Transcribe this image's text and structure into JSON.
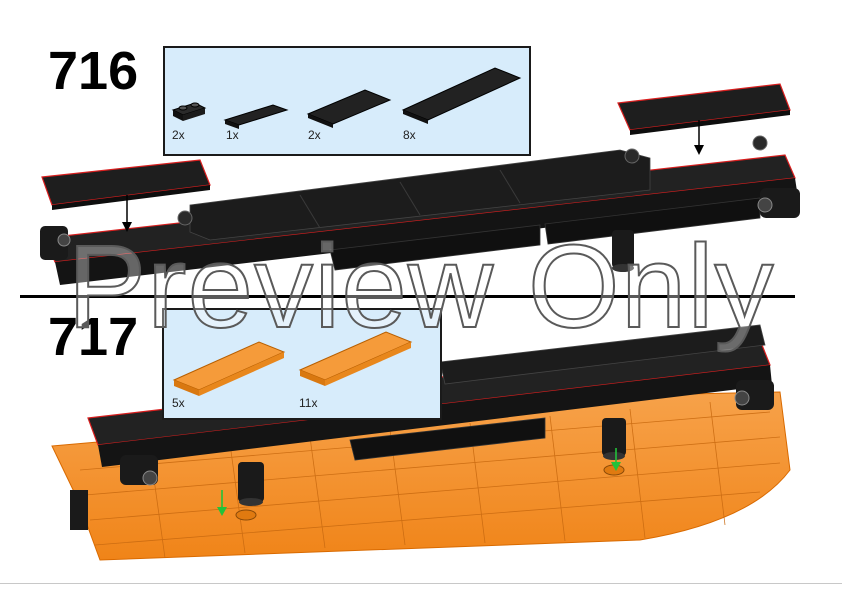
{
  "steps": [
    {
      "number": "716",
      "parts": [
        {
          "qty": "2x",
          "color": "#1b1b1b",
          "icon": "plate-1x2-with-studs-icon"
        },
        {
          "qty": "1x",
          "color": "#1b1b1b",
          "icon": "tile-1x4-icon"
        },
        {
          "qty": "2x",
          "color": "#1b1b1b",
          "icon": "tile-2x4-icon"
        },
        {
          "qty": "8x",
          "color": "#1b1b1b",
          "icon": "tile-2x6-icon"
        }
      ]
    },
    {
      "number": "717",
      "parts": [
        {
          "qty": "5x",
          "color": "#f28c1e",
          "icon": "tile-2x4-orange-icon"
        },
        {
          "qty": "11x",
          "color": "#f28c1e",
          "icon": "tile-2x4-orange-icon"
        }
      ]
    }
  ],
  "watermark": "Preview Only",
  "colors": {
    "black_part": "#1b1b1b",
    "orange_part": "#f28c1e",
    "parts_box_bg": "#d7ecfb",
    "highlight_edge": "#d91e1e",
    "arrow_green": "#22c23a"
  }
}
